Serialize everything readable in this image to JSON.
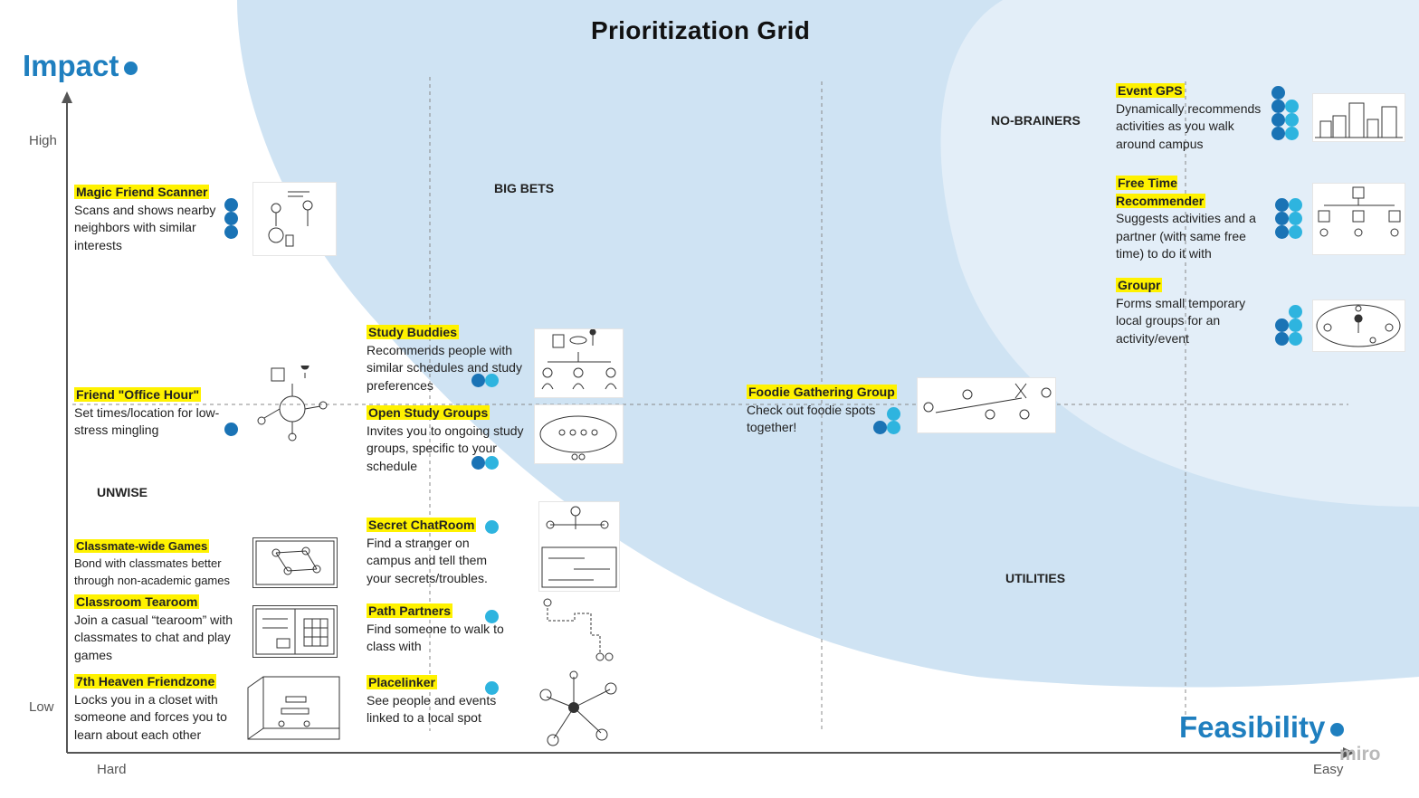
{
  "title": "Prioritization Grid",
  "axes": {
    "y_title": "Impact",
    "x_title": "Feasibility",
    "y_high": "High",
    "y_low": "Low",
    "x_hard": "Hard",
    "x_easy": "Easy"
  },
  "quadrants": {
    "no_brainers": "NO-BRAINERS",
    "big_bets": "BIG BETS",
    "unwise": "UNWISE",
    "utilities": "UTILITIES"
  },
  "colors": {
    "axis_title": "#1f7fbf",
    "highlight": "#fff200",
    "dot_dark": "#1a73b5",
    "dot_light": "#2eb4df",
    "region_outer": "#cfe3f3",
    "region_inner": "#e3eef8"
  },
  "cards": {
    "magic_friend_scanner": {
      "name": "Magic Friend Scanner",
      "desc": "Scans and shows nearby neighbors with similar interests"
    },
    "friend_office_hour": {
      "name": "Friend \"Office Hour\"",
      "desc": "Set times/location for low-stress mingling"
    },
    "classmate_games": {
      "name": "Classmate-wide Games",
      "desc": "Bond with classmates better through non-academic games"
    },
    "classroom_tearoom": {
      "name": "Classroom Tearoom",
      "desc": "Join a casual “tearoom” with classmates to chat and play games"
    },
    "seventh_heaven": {
      "name": "7th Heaven Friendzone",
      "desc": "Locks you in a closet with someone and forces you to learn about each other"
    },
    "study_buddies": {
      "name": "Study Buddies",
      "desc": "Recommends people with similar schedules and study preferences"
    },
    "open_study_groups": {
      "name": "Open Study Groups",
      "desc": "Invites you to ongoing study groups, specific to your schedule"
    },
    "secret_chatroom": {
      "name": "Secret ChatRoom",
      "desc": "Find a stranger on campus and tell them your secrets/troubles."
    },
    "path_partners": {
      "name": "Path Partners",
      "desc": "Find someone to walk to class with"
    },
    "placelinker": {
      "name": "Placelinker",
      "desc": "See people and events linked to a local spot"
    },
    "foodie": {
      "name": "Foodie Gathering Group",
      "desc": "Check out foodie spots together!"
    },
    "event_gps": {
      "name": "Event GPS",
      "desc": "Dynamically recommends activities as you walk around campus"
    },
    "free_time": {
      "name": "Free Time Recommender",
      "desc": "Suggests activities and a partner (with same free time) to do it with"
    },
    "groupr": {
      "name": "Groupr",
      "desc": "Forms small temporary local groups for an activity/event"
    }
  },
  "watermark": "miro"
}
